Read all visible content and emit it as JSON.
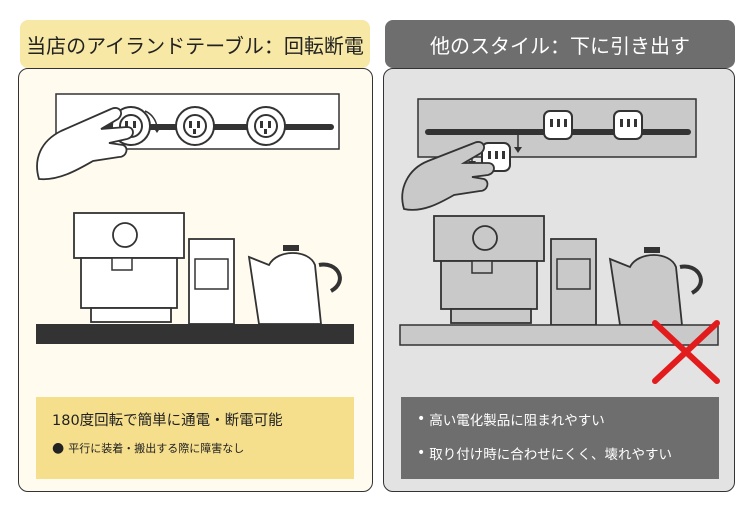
{
  "header_left": "当店のアイランドテーブル：回転断電",
  "header_right": "他のスタイル：下に引き出す",
  "left_note": {
    "line1": "180度回転で簡単に通電・断電可能",
    "line2": "平行に装着・搬出する際に障害なし",
    "bullet_icon": "bullet-dot"
  },
  "right_note": {
    "line1": "高い電化製品に阻まれやすい",
    "line2": "取り付け時に合わせにくく、壊れやすい",
    "bullet_icon": "bullet-dot"
  },
  "icons": [
    "hand-icon",
    "rotate-arrow-icon",
    "outlet-icon",
    "coffee-machine-icon",
    "blender-icon",
    "kettle-icon",
    "cross-mark-icon",
    "down-arrow-icon"
  ],
  "colors": {
    "accent_yellow": "#f7e8a6",
    "gray": "#6e6e6e",
    "cross_red": "#e21c1c"
  }
}
